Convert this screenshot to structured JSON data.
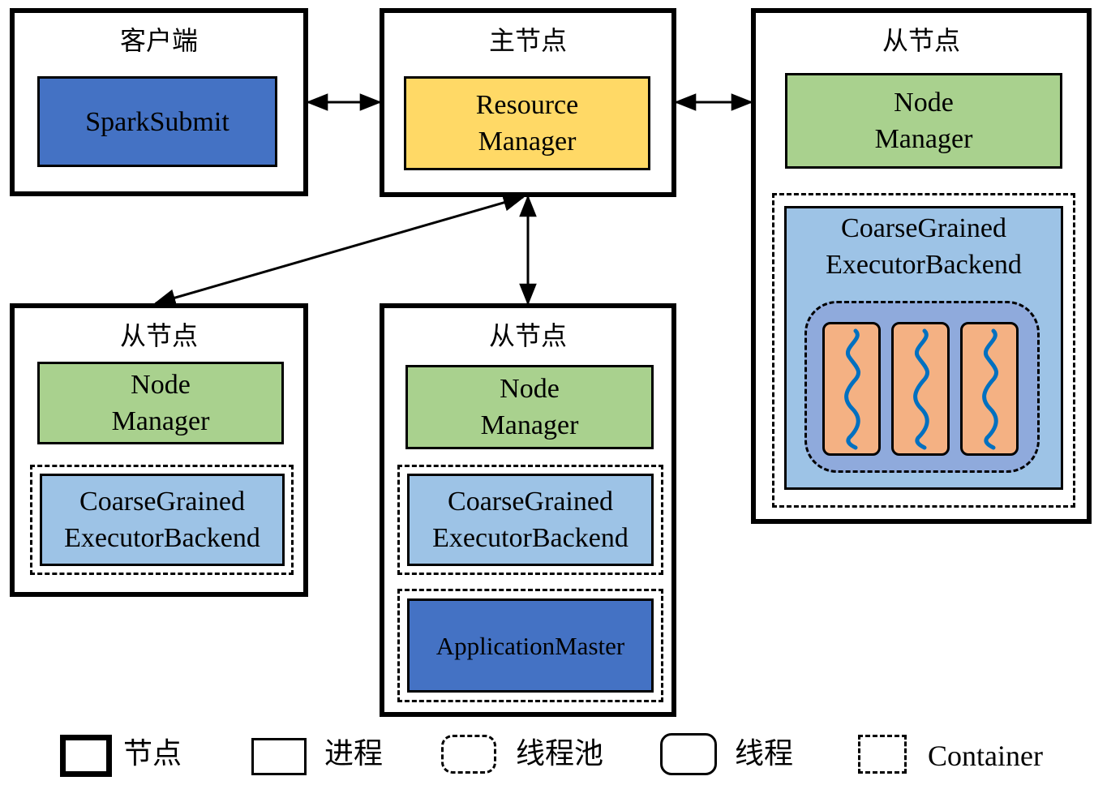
{
  "nodes": {
    "client": {
      "title": "客户端",
      "spark_submit": "SparkSubmit"
    },
    "master": {
      "title": "主节点",
      "rm_line1": "Resource",
      "rm_line2": "Manager"
    },
    "slave_right": {
      "title": "从节点",
      "nm_line1": "Node",
      "nm_line2": "Manager",
      "ceb_line1": "CoarseGrained",
      "ceb_line2": "ExecutorBackend"
    },
    "slave_left": {
      "title": "从节点",
      "nm_line1": "Node",
      "nm_line2": "Manager",
      "ceb_line1": "CoarseGrained",
      "ceb_line2": "ExecutorBackend"
    },
    "slave_mid": {
      "title": "从节点",
      "nm_line1": "Node",
      "nm_line2": "Manager",
      "ceb_line1": "CoarseGrained",
      "ceb_line2": "ExecutorBackend",
      "app_master": "ApplicationMaster"
    }
  },
  "legend": {
    "node": "节点",
    "process": "进程",
    "thread_pool": "线程池",
    "thread": "线程",
    "container": "Container"
  },
  "colors": {
    "spark_submit": "#4472c4",
    "resource_manager": "#ffd966",
    "node_manager": "#a9d18e",
    "executor_backend": "#9dc3e6",
    "application_master": "#4472c4",
    "thread_pool": "#8faadc",
    "thread": "#f4b183",
    "thread_squiggle": "#0070c0"
  }
}
